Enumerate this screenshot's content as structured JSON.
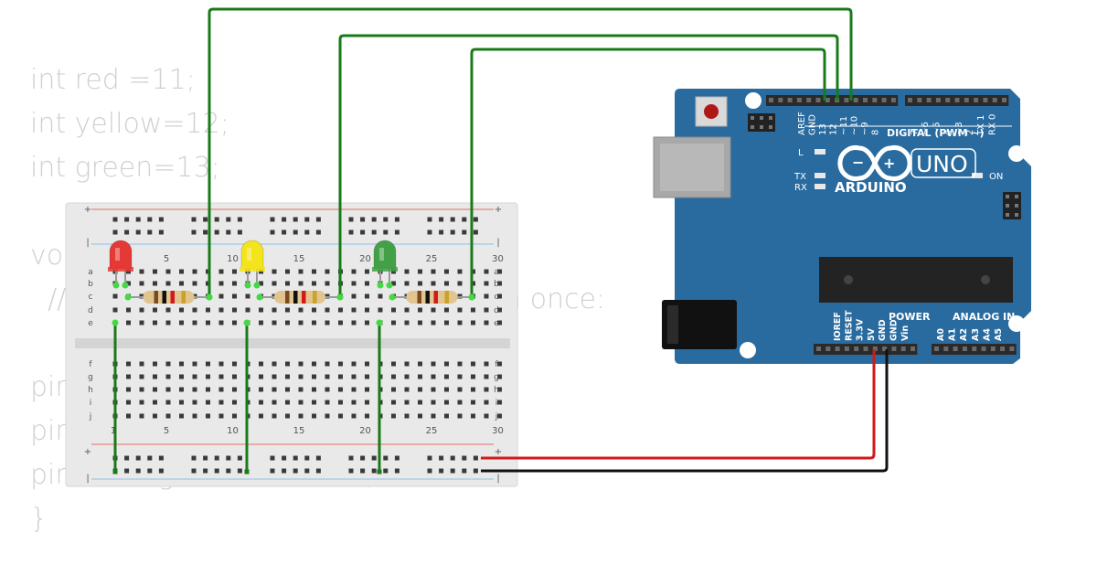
{
  "code_lines": [
    "int red =11;",
    "int yellow=12;",
    "int green=13;",
    "",
    "void setup() {",
    "  // put your setup code here, to run once:",
    "",
    "pinMode(red, OUTPUT);",
    "pinMode(yellow, OUTPUT);",
    "pinMode(green, OUTPUT);",
    "}"
  ],
  "breadboard": {
    "column_numbers": [
      "1",
      "5",
      "10",
      "15",
      "20",
      "25",
      "30"
    ],
    "rows_top": [
      "a",
      "b",
      "c",
      "d",
      "e"
    ],
    "rows_bottom": [
      "f",
      "g",
      "h",
      "i",
      "j"
    ],
    "rail_plus": "+",
    "rail_minus": "-"
  },
  "leds": [
    {
      "name": "red-led",
      "color": "#e53935"
    },
    {
      "name": "yellow-led",
      "color": "#f4e41c"
    },
    {
      "name": "green-led",
      "color": "#43a047"
    }
  ],
  "arduino": {
    "board_color": "#2a6b9f",
    "logo_text": "ARDUINO",
    "model": "UNO",
    "digital_label": "DIGITAL (PWM ~)",
    "power_label": "POWER",
    "analog_label": "ANALOG IN",
    "led_l": "L",
    "led_tx": "TX",
    "led_rx": "RX",
    "led_on": "ON",
    "digital_pins_left": [
      "AREF",
      "GND",
      "13",
      "12",
      "~11",
      "~10",
      "~9",
      "8"
    ],
    "digital_pins_right": [
      "7",
      "~6",
      "~5",
      "4",
      "~3",
      "2",
      "TX 1",
      "RX 0"
    ],
    "power_pins": [
      "IOREF",
      "RESET",
      "3.3V",
      "5V",
      "GND",
      "GND",
      "Vin"
    ],
    "analog_pins": [
      "A0",
      "A1",
      "A2",
      "A3",
      "A4",
      "A5"
    ]
  },
  "wire_colors": {
    "signal": "#1a7a1a",
    "power": "#d11a1a",
    "ground": "#111111"
  }
}
